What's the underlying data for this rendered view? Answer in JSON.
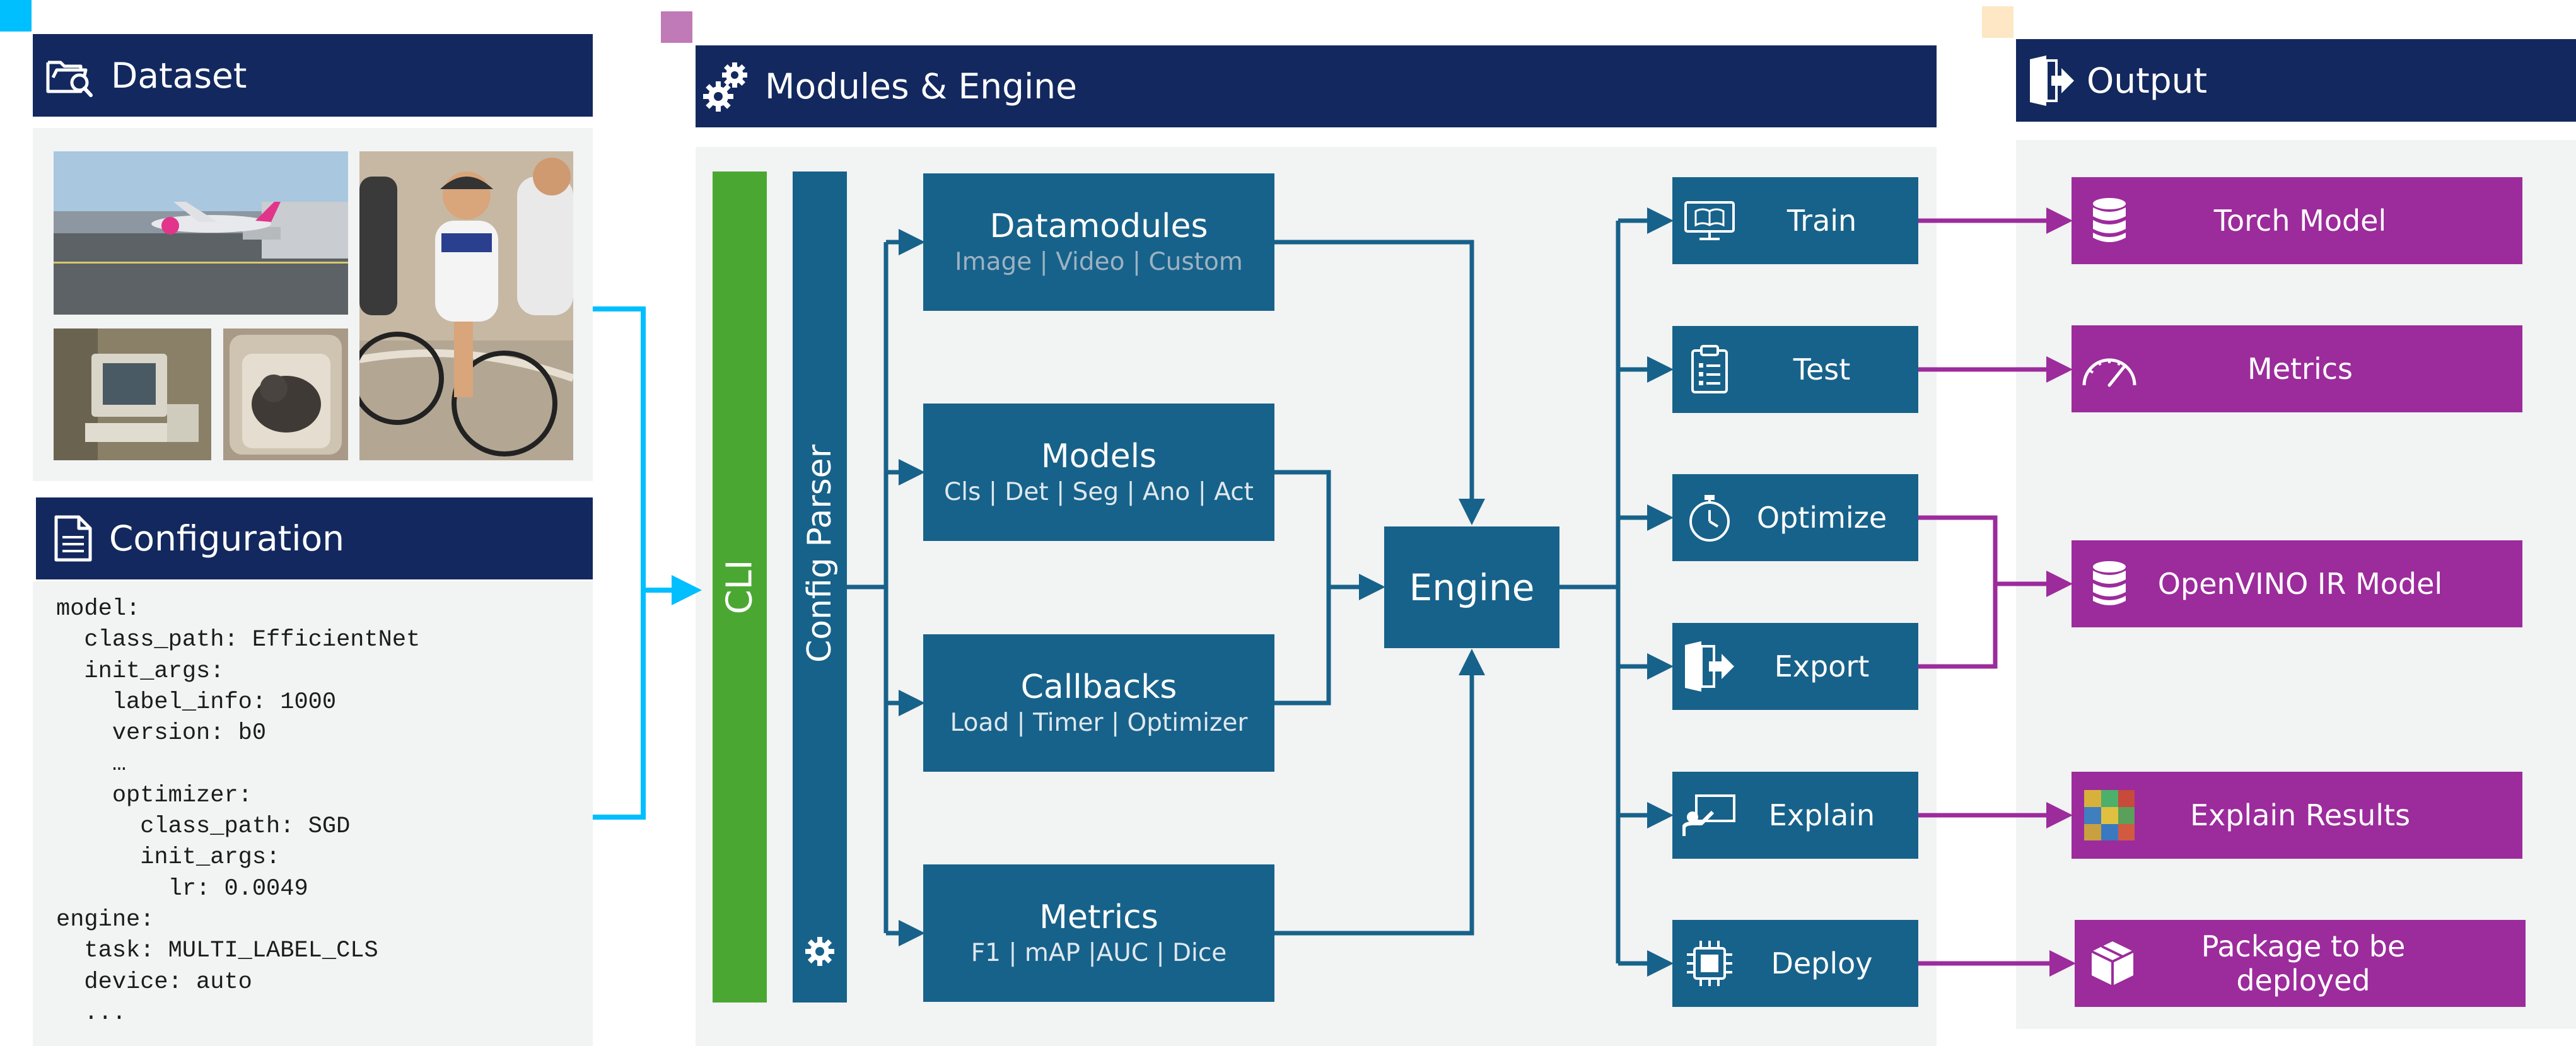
{
  "colors": {
    "navy": "#12285e",
    "teal": "#17628a",
    "green": "#4aa832",
    "purple": "#9c2b9c",
    "cyan": "#00bfff",
    "panel": "#f2f3f3"
  },
  "dataset": {
    "title": "Dataset",
    "icon": "folder-search-icon",
    "images": [
      "airport-photo",
      "cyclists-photo",
      "computer-photo",
      "cat-photo"
    ]
  },
  "configuration": {
    "title": "Configuration",
    "icon": "document-icon",
    "code_lines": [
      "model:",
      "  class_path: EfficientNet",
      "  init_args:",
      "    label_info: 1000",
      "    version: b0",
      "    …",
      "    optimizer:",
      "      class_path: SGD",
      "      init_args:",
      "        lr: 0.0049",
      "engine:",
      "  task: MULTI_LABEL_CLS",
      "  device: auto",
      "  ..."
    ]
  },
  "modules": {
    "title": "Modules & Engine",
    "icon": "gears-icon",
    "cli_label": "CLI",
    "config_parser_label": "Config Parser",
    "items": [
      {
        "title": "Datamodules",
        "subtitle": "Image | Video | Custom"
      },
      {
        "title": "Models",
        "subtitle": "Cls | Det | Seg | Ano | Act"
      },
      {
        "title": "Callbacks",
        "subtitle": "Load | Timer | Optimizer"
      },
      {
        "title": "Metrics",
        "subtitle": "F1 | mAP |AUC | Dice"
      }
    ],
    "engine_label": "Engine",
    "tasks": [
      {
        "label": "Train",
        "icon": "monitor-book-icon"
      },
      {
        "label": "Test",
        "icon": "clipboard-icon"
      },
      {
        "label": "Optimize",
        "icon": "stopwatch-icon"
      },
      {
        "label": "Export",
        "icon": "export-door-icon"
      },
      {
        "label": "Explain",
        "icon": "presenter-icon"
      },
      {
        "label": "Deploy",
        "icon": "chip-icon"
      }
    ]
  },
  "output": {
    "title": "Output",
    "icon": "exit-door-icon",
    "items": [
      {
        "label": "Torch Model",
        "icon": "database-icon"
      },
      {
        "label": "Metrics",
        "icon": "gauge-icon"
      },
      {
        "label": "OpenVINO IR Model",
        "icon": "database-icon"
      },
      {
        "label": "Explain Results",
        "icon": "heatmap-icon"
      },
      {
        "label": "Package to be deployed",
        "icon": "package-icon"
      }
    ]
  }
}
